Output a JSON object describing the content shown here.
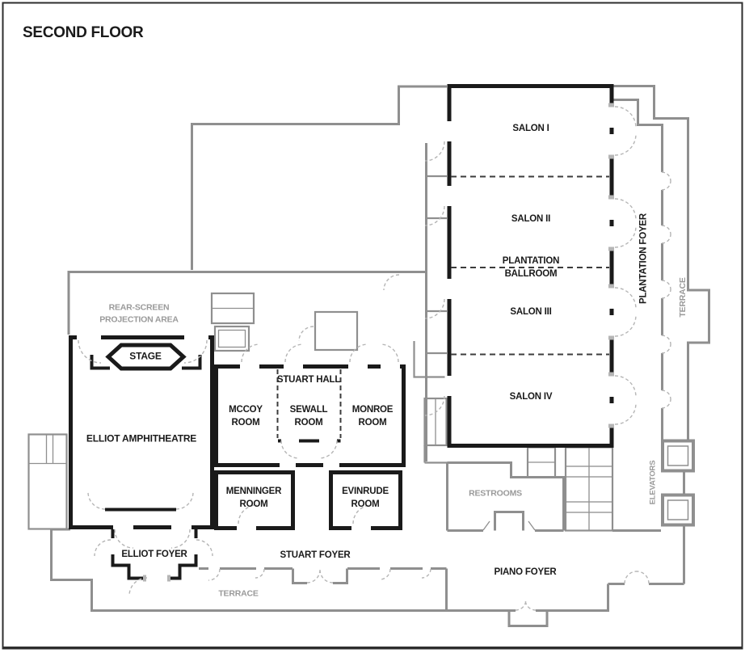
{
  "title": "SECOND FLOOR",
  "colors": {
    "wall_black": "#1a1a1a",
    "wall_gray": "#8f8f8f",
    "wall_gray_light": "#b5b5b5",
    "text_black": "#1a1a1a",
    "text_gray": "#9a9a9a",
    "background": "#ffffff"
  },
  "rooms": {
    "salon1": "SALON I",
    "salon2": "SALON II",
    "plantation_ballroom": "PLANTATION\nBALLROOM",
    "salon3": "SALON III",
    "salon4": "SALON IV",
    "plantation_foyer": "PLANTATION FOYER",
    "terrace_right": "TERRACE",
    "elevators": "ELEVATORS",
    "restrooms": "RESTROOMS",
    "rear_screen": "REAR-SCREEN\nPROJECTION AREA",
    "stage": "STAGE",
    "elliot_amphitheatre": "ELLIOT AMPHITHEATRE",
    "stuart_hall": "STUART HALL",
    "mccoy": "MCCOY\nROOM",
    "sewall": "SEWALL\nROOM",
    "monroe": "MONROE\nROOM",
    "menninger": "MENNINGER\nROOM",
    "evinrude": "EVINRUDE\nROOM",
    "elliot_foyer": "ELLIOT FOYER",
    "stuart_foyer": "STUART FOYER",
    "piano_foyer": "PIANO FOYER",
    "terrace_bottom": "TERRACE"
  }
}
